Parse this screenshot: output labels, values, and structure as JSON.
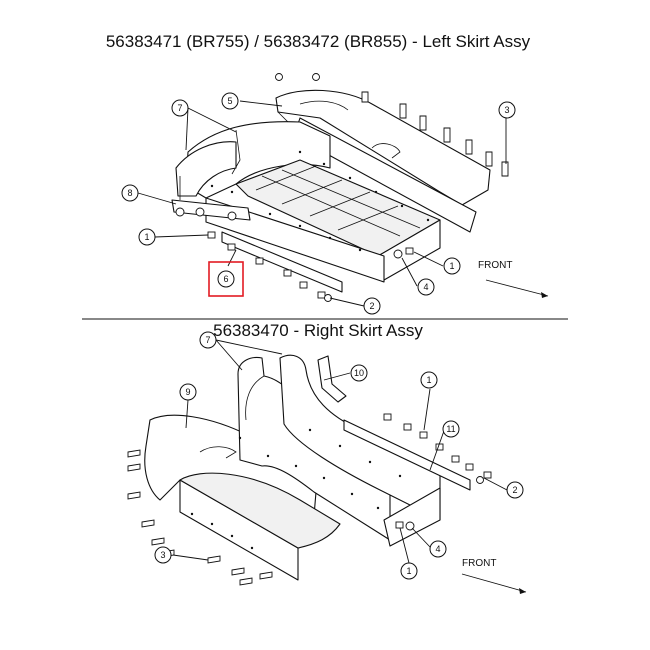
{
  "sections": [
    {
      "title": "56383471 (BR755) / 56383472 (BR855) - Left Skirt Assy",
      "front_label": "FRONT",
      "callouts": [
        "1",
        "1",
        "2",
        "3",
        "4",
        "5",
        "6",
        "7",
        "8"
      ],
      "highlighted_callout": "6"
    },
    {
      "title": "56383470 - Right Skirt Assy",
      "front_label": "FRONT",
      "callouts": [
        "1",
        "1",
        "2",
        "3",
        "4",
        "7",
        "9",
        "10",
        "11"
      ]
    }
  ],
  "colors": {
    "line": "#111111",
    "highlight": "#e31b23",
    "background": "#ffffff"
  }
}
